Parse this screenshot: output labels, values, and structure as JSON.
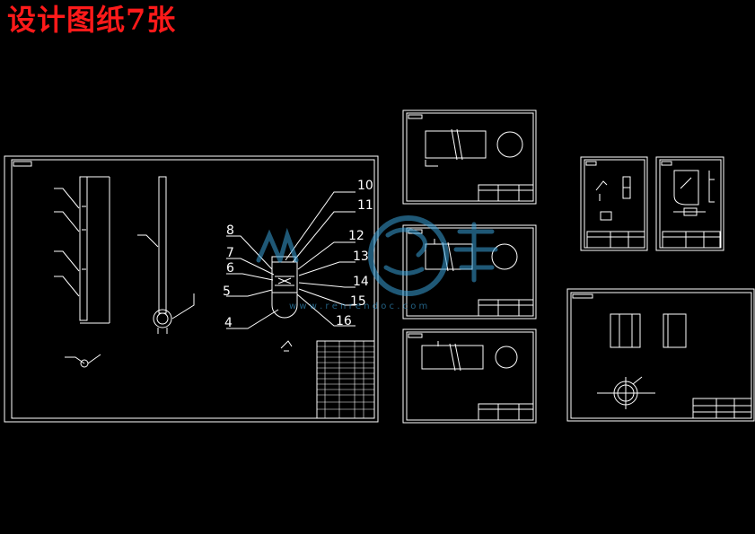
{
  "header": {
    "title": "设计图纸7张"
  },
  "assembly": {
    "part_labels": [
      "10",
      "11",
      "12",
      "13",
      "14",
      "15",
      "16",
      "8",
      "7",
      "6",
      "5",
      "4"
    ]
  },
  "watermark": {
    "url": "w w w . r e n r e n d o c . c o m"
  },
  "colors": {
    "background": "#000000",
    "line": "#ffffff",
    "title": "#ff1a1a",
    "watermark": "#3aa0d8"
  }
}
